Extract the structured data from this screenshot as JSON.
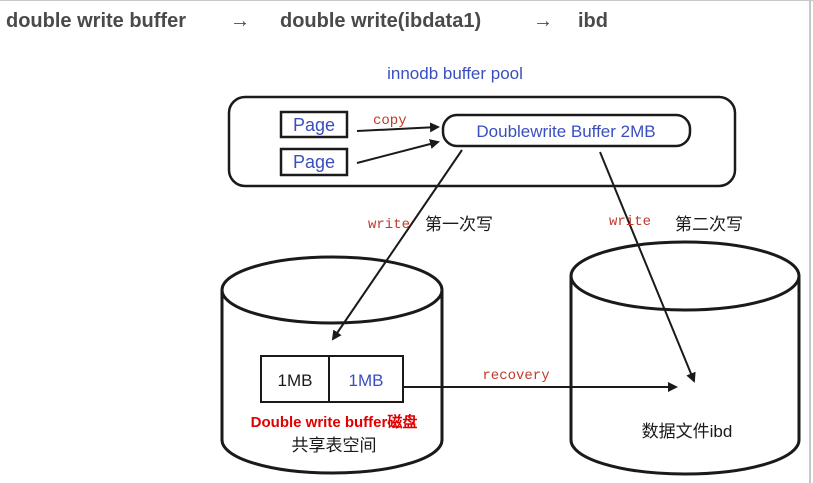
{
  "header": {
    "step1": "double write buffer",
    "arrow": "→",
    "step2": "double write(ibdata1)",
    "step3": "ibd"
  },
  "pool": {
    "title": "innodb buffer pool",
    "page1": "Page",
    "page2": "Page",
    "copy_label": "copy",
    "dwb_label": "Doublewrite Buffer 2MB"
  },
  "flow": {
    "write1_label": "write",
    "write1_cn": "第一次写",
    "write2_label": "write",
    "write2_cn": "第二次写",
    "recovery_label": "recovery"
  },
  "left_disk": {
    "block1": "1MB",
    "block2": "1MB",
    "dwb_disk_label": "Double write buffer磁盘",
    "caption": "共享表空间"
  },
  "right_disk": {
    "caption": "数据文件ibd"
  },
  "colors": {
    "accent_blue": "#3a4fbf",
    "label_red": "#c0392b",
    "strong_red": "#e00000",
    "line_dark": "#1a1a1a",
    "header_gray": "#4a4a4a"
  }
}
